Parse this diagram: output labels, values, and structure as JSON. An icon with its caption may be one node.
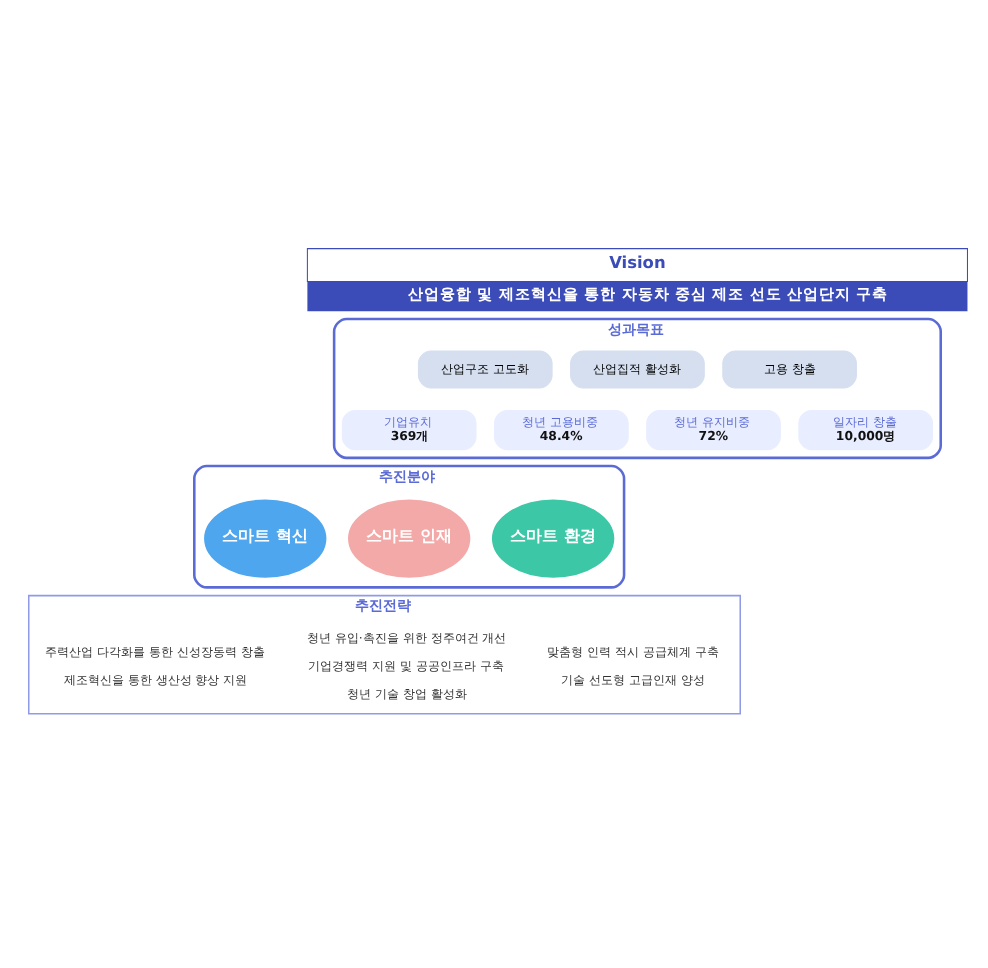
{
  "diagram": {
    "nodes": [
      {
        "text": [
          "Vision",
          "산업융합 및 제조혁신을 통한 자동차 중심 제조 선도 산업단지 구축"
        ]
      },
      {
        "text": [
          "성과목표"
        ]
      },
      {
        "text": [
          "산업구조 고도화"
        ],
        "in": 1
      },
      {
        "text": [
          "산업집적 활성화"
        ],
        "in": 1
      },
      {
        "text": [
          "고용 창출"
        ],
        "in": 1
      },
      {
        "text": [
          "기업유치",
          "369개"
        ],
        "in": 1
      },
      {
        "text": [
          "청년 고용비중",
          "48.4%"
        ],
        "in": 1
      },
      {
        "text": [
          "청년 유지비중",
          "72%"
        ],
        "in": 1
      },
      {
        "text": [
          "일자리 창출",
          "10,000명"
        ],
        "in": 1
      },
      {
        "text": [
          "추진분야"
        ]
      },
      {
        "text": [
          "스마트 혁신"
        ],
        "in": 9
      },
      {
        "text": [
          "스마트 인재"
        ],
        "in": 9
      },
      {
        "text": [
          "스마트 환경"
        ],
        "in": 9
      },
      {
        "text": [
          "추진전략"
        ]
      },
      {
        "text": [
          "주력산업 다각화를 통한 신성장동력 창출",
          "제조혁신을 통한 생산성 향상 지원"
        ],
        "in": 13
      },
      {
        "text": [
          "청년 유입·촉진을 위한 정주여건 개선",
          "기업경쟁력 지원 및 공공인프라 구축",
          "청년 기술 창업 활성화"
        ],
        "in": 13
      },
      {
        "text": [
          "맞춤형 인력 적시 공급체계 구축",
          "기술 선도형 고급인재 양성"
        ],
        "in": 13
      }
    ],
    "edges": []
  }
}
